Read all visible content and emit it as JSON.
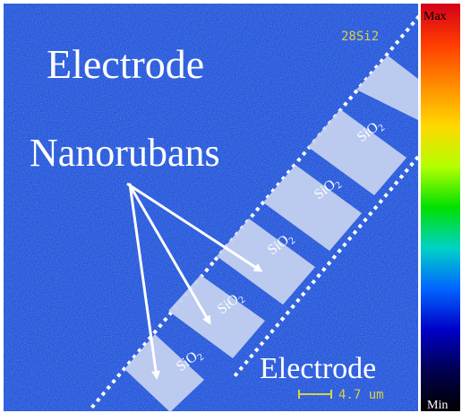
{
  "image": {
    "isotope_label": "28Si2",
    "labels": {
      "electrode_top": "Electrode",
      "electrode_bottom": "Electrode",
      "nanoribbons": "Nanorubans"
    },
    "oxide_blocks": [
      "SiO",
      "SiO",
      "SiO",
      "SiO",
      "SiO"
    ],
    "oxide_subscript": "2",
    "scale_bar": {
      "label": "4.7 um"
    },
    "colorbar": {
      "max_label": "Max",
      "min_label": "Min",
      "stops": [
        "#d4001a",
        "#ff3c00",
        "#ff8c00",
        "#ffd800",
        "#b4ff00",
        "#00e000",
        "#00d2c8",
        "#0064ff",
        "#0000c8",
        "#000050",
        "#000000"
      ]
    },
    "colors": {
      "background": "#1c4fd8",
      "block_fill": "#c3d0ef",
      "label_text": "#ffffff",
      "annotation_text": "#d9d04a"
    }
  }
}
